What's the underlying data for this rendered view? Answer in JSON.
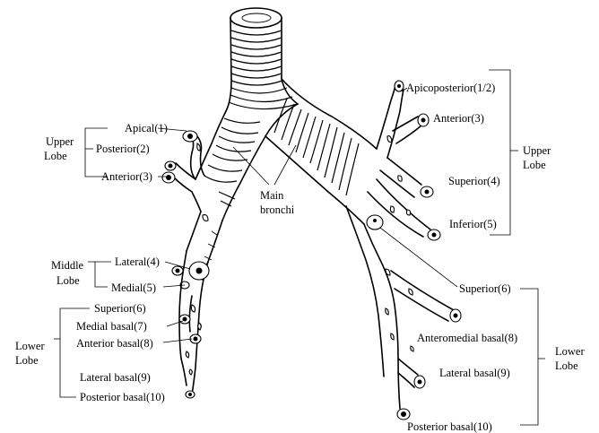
{
  "left": {
    "upper": {
      "group": [
        "Upper",
        "Lobe"
      ],
      "items": [
        "Apical(1)",
        "Posterior(2)",
        "Anterior(3)"
      ]
    },
    "middle": {
      "group": [
        "Middle",
        "Lobe"
      ],
      "items": [
        "Lateral(4)",
        "Medial(5)"
      ]
    },
    "lower": {
      "group": [
        "Lower",
        "Lobe"
      ],
      "items": [
        "Superior(6)",
        "Medial basal(7)",
        "Anterior basal(8)",
        "Lateral basal(9)",
        "Posterior basal(10)"
      ]
    }
  },
  "center": {
    "main_bronchi": [
      "Main",
      "bronchi"
    ]
  },
  "right": {
    "upper": {
      "group": [
        "Upper",
        "Lobe"
      ],
      "items": [
        "Apicoposterior(1/2)",
        "Anterior(3)",
        "Superior(4)",
        "Inferior(5)"
      ]
    },
    "lower": {
      "group": [
        "Lower",
        "Lobe"
      ],
      "items": [
        "Superior(6)",
        "Anteromedial basal(8)",
        "Lateral basal(9)",
        "Posterior basal(10)"
      ]
    }
  }
}
